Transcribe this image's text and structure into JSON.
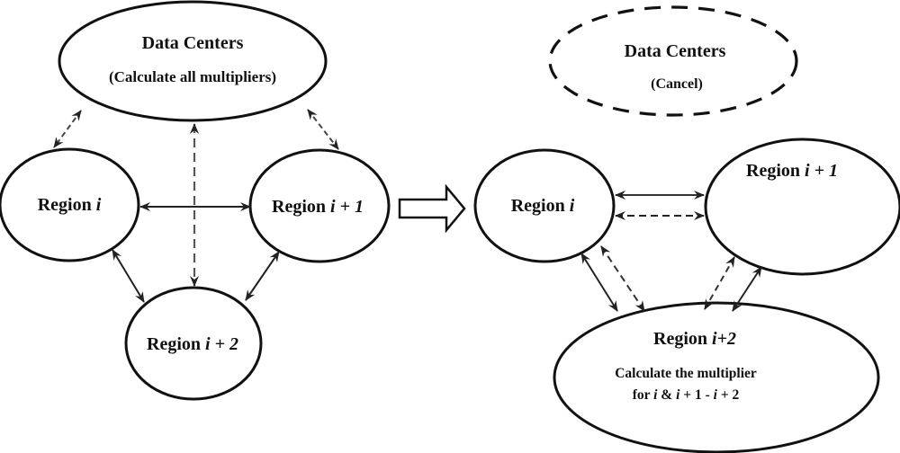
{
  "diagram": {
    "left": {
      "data_centers": {
        "title": "Data Centers",
        "subtitle": "(Calculate all multipliers)"
      },
      "region_i": {
        "prefix": "Region ",
        "var": "i",
        "suffix": ""
      },
      "region_i1": {
        "prefix": "Region ",
        "var": "i",
        "suffix": " + 1"
      },
      "region_i2": {
        "prefix": "Region ",
        "var": "i",
        "suffix": " + 2"
      }
    },
    "transition_arrow": "right-hollow-arrow",
    "right": {
      "data_centers": {
        "title": "Data Centers",
        "subtitle": "(Cancel)"
      },
      "region_i": {
        "prefix": "Region ",
        "var": "i",
        "suffix": ""
      },
      "region_i1": {
        "prefix": "Region ",
        "var": "i",
        "suffix": " + 1"
      },
      "region_i2": {
        "prefix": "Region ",
        "var": "i",
        "suffix": "+2",
        "desc_line1": "Calculate the multiplier",
        "desc_line2_parts": [
          "for ",
          "i",
          " & ",
          "i",
          " + 1 - ",
          "i",
          " + 2"
        ]
      }
    }
  }
}
